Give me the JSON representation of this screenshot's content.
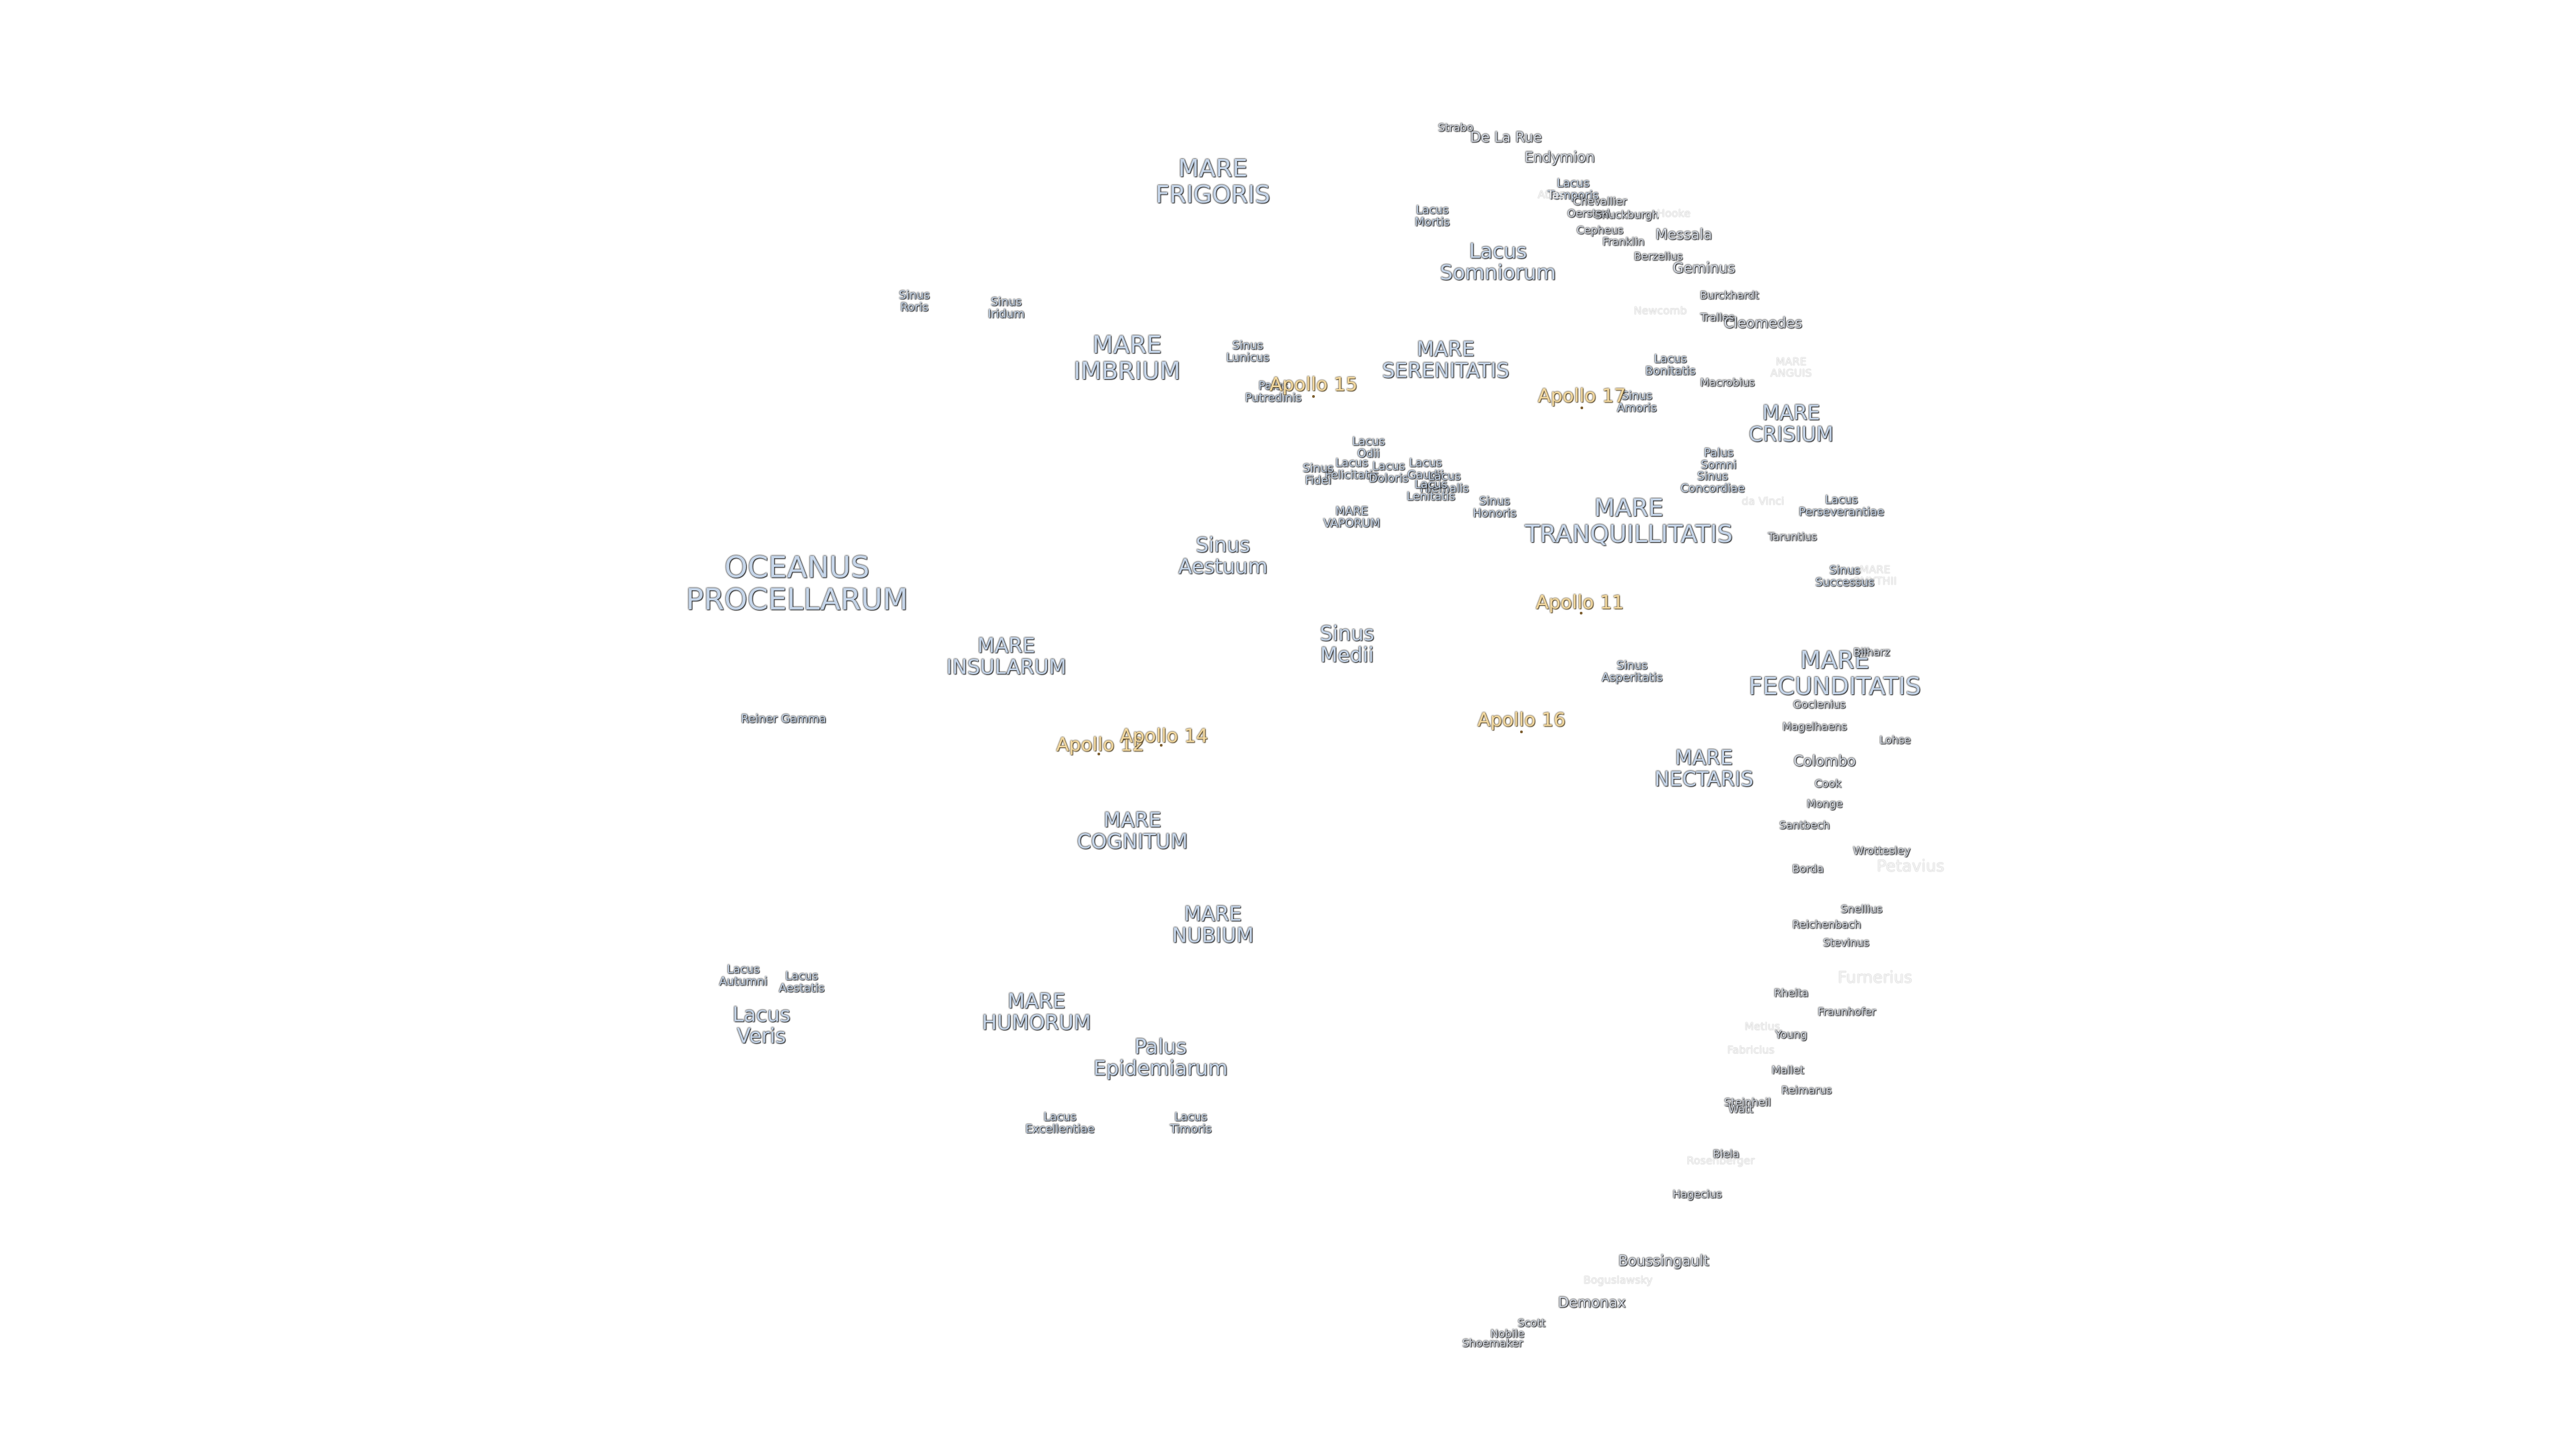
{
  "map": {
    "labels": [
      {
        "id": "oceanus-procellarum",
        "kind": "ocean",
        "lines": [
          "OCEANUS",
          "PROCELLARUM"
        ]
      },
      {
        "id": "mare-frigoris",
        "kind": "mare-l",
        "lines": [
          "MARE",
          "FRIGORIS"
        ]
      },
      {
        "id": "mare-imbrium",
        "kind": "mare-l",
        "lines": [
          "MARE",
          "IMBRIUM"
        ]
      },
      {
        "id": "mare-serenitatis",
        "kind": "mare",
        "lines": [
          "MARE",
          "SERENITATIS"
        ]
      },
      {
        "id": "mare-tranquillitatis",
        "kind": "mare-l",
        "lines": [
          "MARE",
          "TRANQUILLITATIS"
        ]
      },
      {
        "id": "mare-crisium",
        "kind": "mare",
        "lines": [
          "MARE",
          "CRISIUM"
        ]
      },
      {
        "id": "mare-fecunditatis",
        "kind": "mare-l",
        "lines": [
          "MARE",
          "FECUNDITATIS"
        ]
      },
      {
        "id": "mare-nectaris",
        "kind": "mare",
        "lines": [
          "MARE",
          "NECTARIS"
        ]
      },
      {
        "id": "mare-vaporum",
        "kind": "minor",
        "lines": [
          "MARE",
          "VAPORUM"
        ]
      },
      {
        "id": "mare-insularum",
        "kind": "mare",
        "lines": [
          "MARE",
          "INSULARUM"
        ]
      },
      {
        "id": "mare-cognitum",
        "kind": "mare",
        "lines": [
          "MARE",
          "COGNITUM"
        ]
      },
      {
        "id": "mare-nubium",
        "kind": "mare",
        "lines": [
          "MARE",
          "NUBIUM"
        ]
      },
      {
        "id": "mare-humorum",
        "kind": "mare",
        "lines": [
          "MARE",
          "HUMORUM"
        ]
      },
      {
        "id": "mare-anguis",
        "kind": "faint",
        "lines": [
          "MARE",
          "ANGUIS"
        ]
      },
      {
        "id": "mare-undarum",
        "kind": "faint",
        "lines": [
          "MARE",
          "SMYTHII"
        ]
      },
      {
        "id": "sinus-roris",
        "kind": "minor",
        "lines": [
          "Sinus",
          "Roris"
        ]
      },
      {
        "id": "sinus-iridum",
        "kind": "minor",
        "lines": [
          "Sinus",
          "Iridum"
        ]
      },
      {
        "id": "sinus-lunicus",
        "kind": "minor",
        "lines": [
          "Sinus",
          "Lunicus"
        ]
      },
      {
        "id": "palus-putredinis",
        "kind": "minor",
        "lines": [
          "Palus",
          "Putredinis"
        ]
      },
      {
        "id": "sinus-aestuum",
        "kind": "mare",
        "lines": [
          "Sinus",
          "Aestuum"
        ]
      },
      {
        "id": "sinus-medii",
        "kind": "mare",
        "lines": [
          "Sinus",
          "Medii"
        ]
      },
      {
        "id": "lacus-mortis",
        "kind": "minor",
        "lines": [
          "Lacus",
          "Mortis"
        ]
      },
      {
        "id": "lacus-somniorum",
        "kind": "mare",
        "lines": [
          "Lacus",
          "Somniorum"
        ]
      },
      {
        "id": "lacus-temporis",
        "kind": "minor",
        "lines": [
          "Lacus",
          "Temporis"
        ]
      },
      {
        "id": "lacus-bonitatis",
        "kind": "minor",
        "lines": [
          "Lacus",
          "Bonitatis"
        ]
      },
      {
        "id": "sinus-amoris",
        "kind": "minor",
        "lines": [
          "Sinus",
          "Amoris"
        ]
      },
      {
        "id": "lacus-odii",
        "kind": "minor",
        "lines": [
          "Lacus",
          "Odii"
        ]
      },
      {
        "id": "lacus-felicitatis",
        "kind": "minor",
        "lines": [
          "Lacus",
          "Felicitatis"
        ]
      },
      {
        "id": "sinus-fidei",
        "kind": "minor",
        "lines": [
          "Sinus",
          "Fidei"
        ]
      },
      {
        "id": "lacus-doloris",
        "kind": "minor",
        "lines": [
          "Lacus",
          "Doloris"
        ]
      },
      {
        "id": "lacus-gaudii",
        "kind": "minor",
        "lines": [
          "Lacus",
          "Gaudii"
        ]
      },
      {
        "id": "lacus-hiemalis",
        "kind": "minor",
        "lines": [
          "Lacus",
          "Hiemalis"
        ]
      },
      {
        "id": "lacus-lenitatis",
        "kind": "minor",
        "lines": [
          "Lacus",
          "Lenitatis"
        ]
      },
      {
        "id": "sinus-honoris",
        "kind": "minor",
        "lines": [
          "Sinus",
          "Honoris"
        ]
      },
      {
        "id": "palus-somni",
        "kind": "minor",
        "lines": [
          "Palus",
          "Somni"
        ]
      },
      {
        "id": "sinus-concordiae",
        "kind": "minor",
        "lines": [
          "Sinus",
          "Concordiae"
        ]
      },
      {
        "id": "lacus-perseverantiae",
        "kind": "minor",
        "lines": [
          "Lacus",
          "Perseverantiae"
        ]
      },
      {
        "id": "sinus-successus",
        "kind": "minor",
        "lines": [
          "Sinus",
          "Successus"
        ]
      },
      {
        "id": "sinus-asperitatis",
        "kind": "minor",
        "lines": [
          "Sinus",
          "Asperitatis"
        ]
      },
      {
        "id": "lacus-autumni",
        "kind": "minor",
        "lines": [
          "Lacus",
          "Autumni"
        ]
      },
      {
        "id": "lacus-aestatis",
        "kind": "minor",
        "lines": [
          "Lacus",
          "Aestatis"
        ]
      },
      {
        "id": "lacus-veris",
        "kind": "mare",
        "lines": [
          "Lacus",
          "Veris"
        ]
      },
      {
        "id": "palus-epidemiarum",
        "kind": "mare",
        "lines": [
          "Palus",
          "Epidemiarum"
        ]
      },
      {
        "id": "lacus-excellentiae",
        "kind": "minor",
        "lines": [
          "Lacus",
          "Excellentiae"
        ]
      },
      {
        "id": "lacus-timoris",
        "kind": "minor",
        "lines": [
          "Lacus",
          "Timoris"
        ]
      },
      {
        "id": "reiner-gamma",
        "kind": "minor",
        "lines": [
          "Reiner Gamma"
        ]
      },
      {
        "id": "strabo",
        "kind": "crater-s",
        "lines": [
          "Strabo"
        ]
      },
      {
        "id": "de-la-rue",
        "kind": "crater",
        "lines": [
          "De La Rue"
        ]
      },
      {
        "id": "endymion",
        "kind": "crater",
        "lines": [
          "Endymion"
        ]
      },
      {
        "id": "atlas",
        "kind": "faint",
        "lines": [
          "Atlas"
        ]
      },
      {
        "id": "chevallier",
        "kind": "crater-s",
        "lines": [
          "Chevallier"
        ]
      },
      {
        "id": "oersted",
        "kind": "crater-s",
        "lines": [
          "Oersted"
        ]
      },
      {
        "id": "shuckburgh",
        "kind": "crater-s",
        "lines": [
          "Shuckburgh"
        ]
      },
      {
        "id": "hooke",
        "kind": "faint",
        "lines": [
          "Hooke"
        ]
      },
      {
        "id": "cepheus",
        "kind": "crater-s",
        "lines": [
          "Cepheus"
        ]
      },
      {
        "id": "franklin",
        "kind": "crater-s",
        "lines": [
          "Franklin"
        ]
      },
      {
        "id": "messala",
        "kind": "crater",
        "lines": [
          "Messala"
        ]
      },
      {
        "id": "berzelius",
        "kind": "crater-s",
        "lines": [
          "Berzelius"
        ]
      },
      {
        "id": "geminus",
        "kind": "crater",
        "lines": [
          "Geminus"
        ]
      },
      {
        "id": "burckhardt",
        "kind": "crater-s",
        "lines": [
          "Burckhardt"
        ]
      },
      {
        "id": "newcomb",
        "kind": "faint",
        "lines": [
          "Newcomb"
        ]
      },
      {
        "id": "tralles",
        "kind": "crater-s",
        "lines": [
          "Tralles"
        ]
      },
      {
        "id": "cleomedes",
        "kind": "crater",
        "lines": [
          "Cleomedes"
        ]
      },
      {
        "id": "macrobius",
        "kind": "crater-s",
        "lines": [
          "Macrobius"
        ]
      },
      {
        "id": "da-vinci",
        "kind": "faint",
        "lines": [
          "da Vinci"
        ]
      },
      {
        "id": "taruntius",
        "kind": "crater-s",
        "lines": [
          "Taruntius"
        ]
      },
      {
        "id": "bilharz",
        "kind": "crater-s",
        "lines": [
          "Bilharz"
        ]
      },
      {
        "id": "goclenius",
        "kind": "crater-s",
        "lines": [
          "Goclenius"
        ]
      },
      {
        "id": "magelhaens",
        "kind": "crater-s",
        "lines": [
          "Magelhaens"
        ]
      },
      {
        "id": "lohse",
        "kind": "crater-s",
        "lines": [
          "Lohse"
        ]
      },
      {
        "id": "colombo",
        "kind": "crater",
        "lines": [
          "Colombo"
        ]
      },
      {
        "id": "cook",
        "kind": "crater-s",
        "lines": [
          "Cook"
        ]
      },
      {
        "id": "monge",
        "kind": "crater-s",
        "lines": [
          "Monge"
        ]
      },
      {
        "id": "santbech",
        "kind": "crater-s",
        "lines": [
          "Santbech"
        ]
      },
      {
        "id": "wrottesley",
        "kind": "crater-s",
        "lines": [
          "Wrottesley"
        ]
      },
      {
        "id": "borda",
        "kind": "crater-s",
        "lines": [
          "Borda"
        ]
      },
      {
        "id": "petavius",
        "kind": "faint-l",
        "lines": [
          "Petavius"
        ]
      },
      {
        "id": "snellius",
        "kind": "crater-s",
        "lines": [
          "Snellius"
        ]
      },
      {
        "id": "reichenbach",
        "kind": "crater-s",
        "lines": [
          "Reichenbach"
        ]
      },
      {
        "id": "stevinus",
        "kind": "crater-s",
        "lines": [
          "Stevinus"
        ]
      },
      {
        "id": "furnerius",
        "kind": "faint-l",
        "lines": [
          "Furnerius"
        ]
      },
      {
        "id": "rheita",
        "kind": "crater-s",
        "lines": [
          "Rheita"
        ]
      },
      {
        "id": "fraunhofer",
        "kind": "crater-s",
        "lines": [
          "Fraunhofer"
        ]
      },
      {
        "id": "metius",
        "kind": "faint",
        "lines": [
          "Metius"
        ]
      },
      {
        "id": "young",
        "kind": "crater-s",
        "lines": [
          "Young"
        ]
      },
      {
        "id": "fabricius",
        "kind": "faint",
        "lines": [
          "Fabricius"
        ]
      },
      {
        "id": "mallet",
        "kind": "crater-s",
        "lines": [
          "Mallet"
        ]
      },
      {
        "id": "reimarus",
        "kind": "crater-s",
        "lines": [
          "Reimarus"
        ]
      },
      {
        "id": "steinheil",
        "kind": "crater-s",
        "lines": [
          "Steinheil"
        ]
      },
      {
        "id": "watt",
        "kind": "crater-s",
        "lines": [
          "Watt"
        ]
      },
      {
        "id": "biela",
        "kind": "crater-s",
        "lines": [
          "Biela"
        ]
      },
      {
        "id": "rosenberger",
        "kind": "faint",
        "lines": [
          "Rosenberger"
        ]
      },
      {
        "id": "hagecius",
        "kind": "crater-s",
        "lines": [
          "Hagecius"
        ]
      },
      {
        "id": "boussingault",
        "kind": "crater",
        "lines": [
          "Boussingault"
        ]
      },
      {
        "id": "boguslawsky",
        "kind": "faint",
        "lines": [
          "Boguslawsky"
        ]
      },
      {
        "id": "demonax",
        "kind": "crater",
        "lines": [
          "Demonax"
        ]
      },
      {
        "id": "scott",
        "kind": "crater-s",
        "lines": [
          "Scott"
        ]
      },
      {
        "id": "nobile",
        "kind": "crater-s",
        "lines": [
          "Nobile"
        ]
      },
      {
        "id": "shoemaker",
        "kind": "crater-s",
        "lines": [
          "Shoemaker"
        ]
      }
    ],
    "apollo_sites": [
      {
        "id": "apollo-11",
        "label": "Apollo 11"
      },
      {
        "id": "apollo-12",
        "label": "Apollo 12"
      },
      {
        "id": "apollo-14",
        "label": "Apollo 14"
      },
      {
        "id": "apollo-15",
        "label": "Apollo 15"
      },
      {
        "id": "apollo-16",
        "label": "Apollo 16"
      },
      {
        "id": "apollo-17",
        "label": "Apollo 17"
      }
    ],
    "colors": {
      "mare_text": "#c6d6ea",
      "crater_text": "#d6dce6",
      "apollo_text": "#f3d9a0",
      "background": "#ffffff"
    }
  }
}
